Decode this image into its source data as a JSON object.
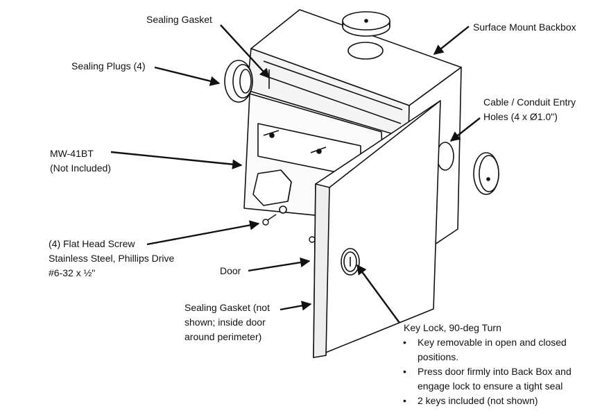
{
  "labels": {
    "sealing_gasket_top": "Sealing Gasket",
    "sealing_plugs": "Sealing Plugs (4)",
    "surface_mount_backbox": "Surface Mount Backbox",
    "cable_conduit_1": "Cable / Conduit Entry",
    "cable_conduit_2": "Holes (4 x Ø1.0\")",
    "mw_line1": "MW-41BT",
    "mw_line2": "(Not Included)",
    "screw_line1": "(4) Flat Head Screw",
    "screw_line2": "Stainless Steel, Phillips Drive",
    "screw_line3": "#6-32 x ½\"",
    "door": "Door",
    "gasket_door_1": "Sealing Gasket (not",
    "gasket_door_2": "shown; inside door",
    "gasket_door_3": "around perimeter)",
    "key_lock_title": "Key Lock, 90-deg Turn",
    "bullet_char": "•",
    "bullet1_a": "Key removable in open and closed",
    "bullet1_b": "positions.",
    "bullet2_a": "Press door firmly into Back Box and",
    "bullet2_b": "engage lock to ensure a tight seal",
    "bullet3": "2 keys included (not shown)"
  },
  "colors": {
    "line": "#111111",
    "fill": "#ffffff",
    "shade": "#e6e6e6"
  }
}
